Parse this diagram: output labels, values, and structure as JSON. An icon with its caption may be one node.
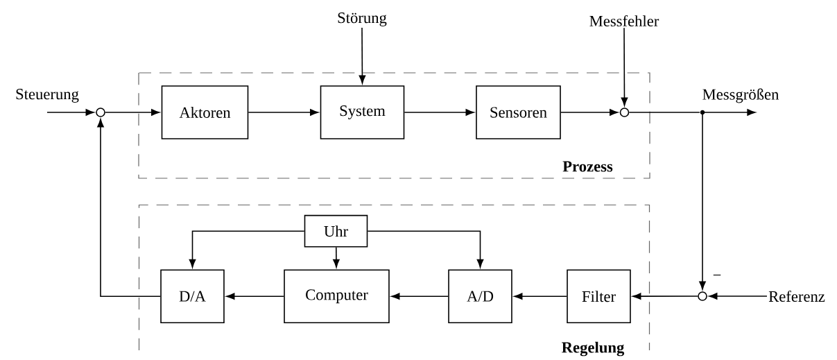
{
  "diagram": {
    "nodes": [
      {
        "text": [
          "Prozess"
        ]
      },
      {
        "text": [
          "Aktoren"
        ],
        "in": 0
      },
      {
        "text": [
          "System"
        ],
        "in": 0
      },
      {
        "text": [
          "Sensoren"
        ],
        "in": 0
      },
      {
        "text": [
          "Regelung"
        ]
      },
      {
        "text": [
          "Uhr"
        ],
        "in": 4
      },
      {
        "text": [
          "D/A"
        ],
        "in": 4
      },
      {
        "text": [
          "Computer"
        ],
        "in": 4
      },
      {
        "text": [
          "A/D"
        ],
        "in": 4
      },
      {
        "text": [
          "Filter"
        ],
        "in": 4
      },
      {
        "text": [
          "Steuerung"
        ]
      },
      {
        "text": [
          "Störung"
        ]
      },
      {
        "text": [
          "Messfehler"
        ]
      },
      {
        "text": [
          "Referenz"
        ]
      },
      {
        "text": [],
        "shape": "circle"
      },
      {
        "text": [],
        "shape": "circle",
        "in": 0
      },
      {
        "text": [],
        "shape": "dot"
      },
      {
        "text": [],
        "shape": "circle"
      },
      {
        "text": [
          "Messgrößen"
        ]
      }
    ],
    "edges": [
      {
        "from": 10,
        "to": 14,
        "arrow": "to"
      },
      {
        "from": 14,
        "to": 1,
        "arrow": "to"
      },
      {
        "from": 1,
        "to": 2,
        "arrow": "to"
      },
      {
        "from": 11,
        "to": 2,
        "arrow": "to"
      },
      {
        "from": 2,
        "to": 3,
        "arrow": "to"
      },
      {
        "from": 3,
        "to": 15,
        "arrow": "to"
      },
      {
        "from": 12,
        "to": 15,
        "arrow": "to"
      },
      {
        "from": 15,
        "to": 16,
        "arrow": "none"
      },
      {
        "from": 16,
        "to": 18,
        "arrow": "to"
      },
      {
        "from": 16,
        "to": 17,
        "arrow": "to"
      },
      {
        "from": 13,
        "to": 17,
        "arrow": "to"
      },
      {
        "from": 17,
        "to": 9,
        "arrow": "to"
      },
      {
        "from": 9,
        "to": 8,
        "arrow": "to"
      },
      {
        "from": 8,
        "to": 7,
        "arrow": "to"
      },
      {
        "from": 7,
        "to": 6,
        "arrow": "to"
      },
      {
        "from": 5,
        "to": 6,
        "arrow": "to"
      },
      {
        "from": 5,
        "to": 7,
        "arrow": "to"
      },
      {
        "from": 5,
        "to": 8,
        "arrow": "to"
      },
      {
        "from": 6,
        "to": 14,
        "arrow": "to"
      }
    ],
    "labels": [
      "−"
    ]
  }
}
